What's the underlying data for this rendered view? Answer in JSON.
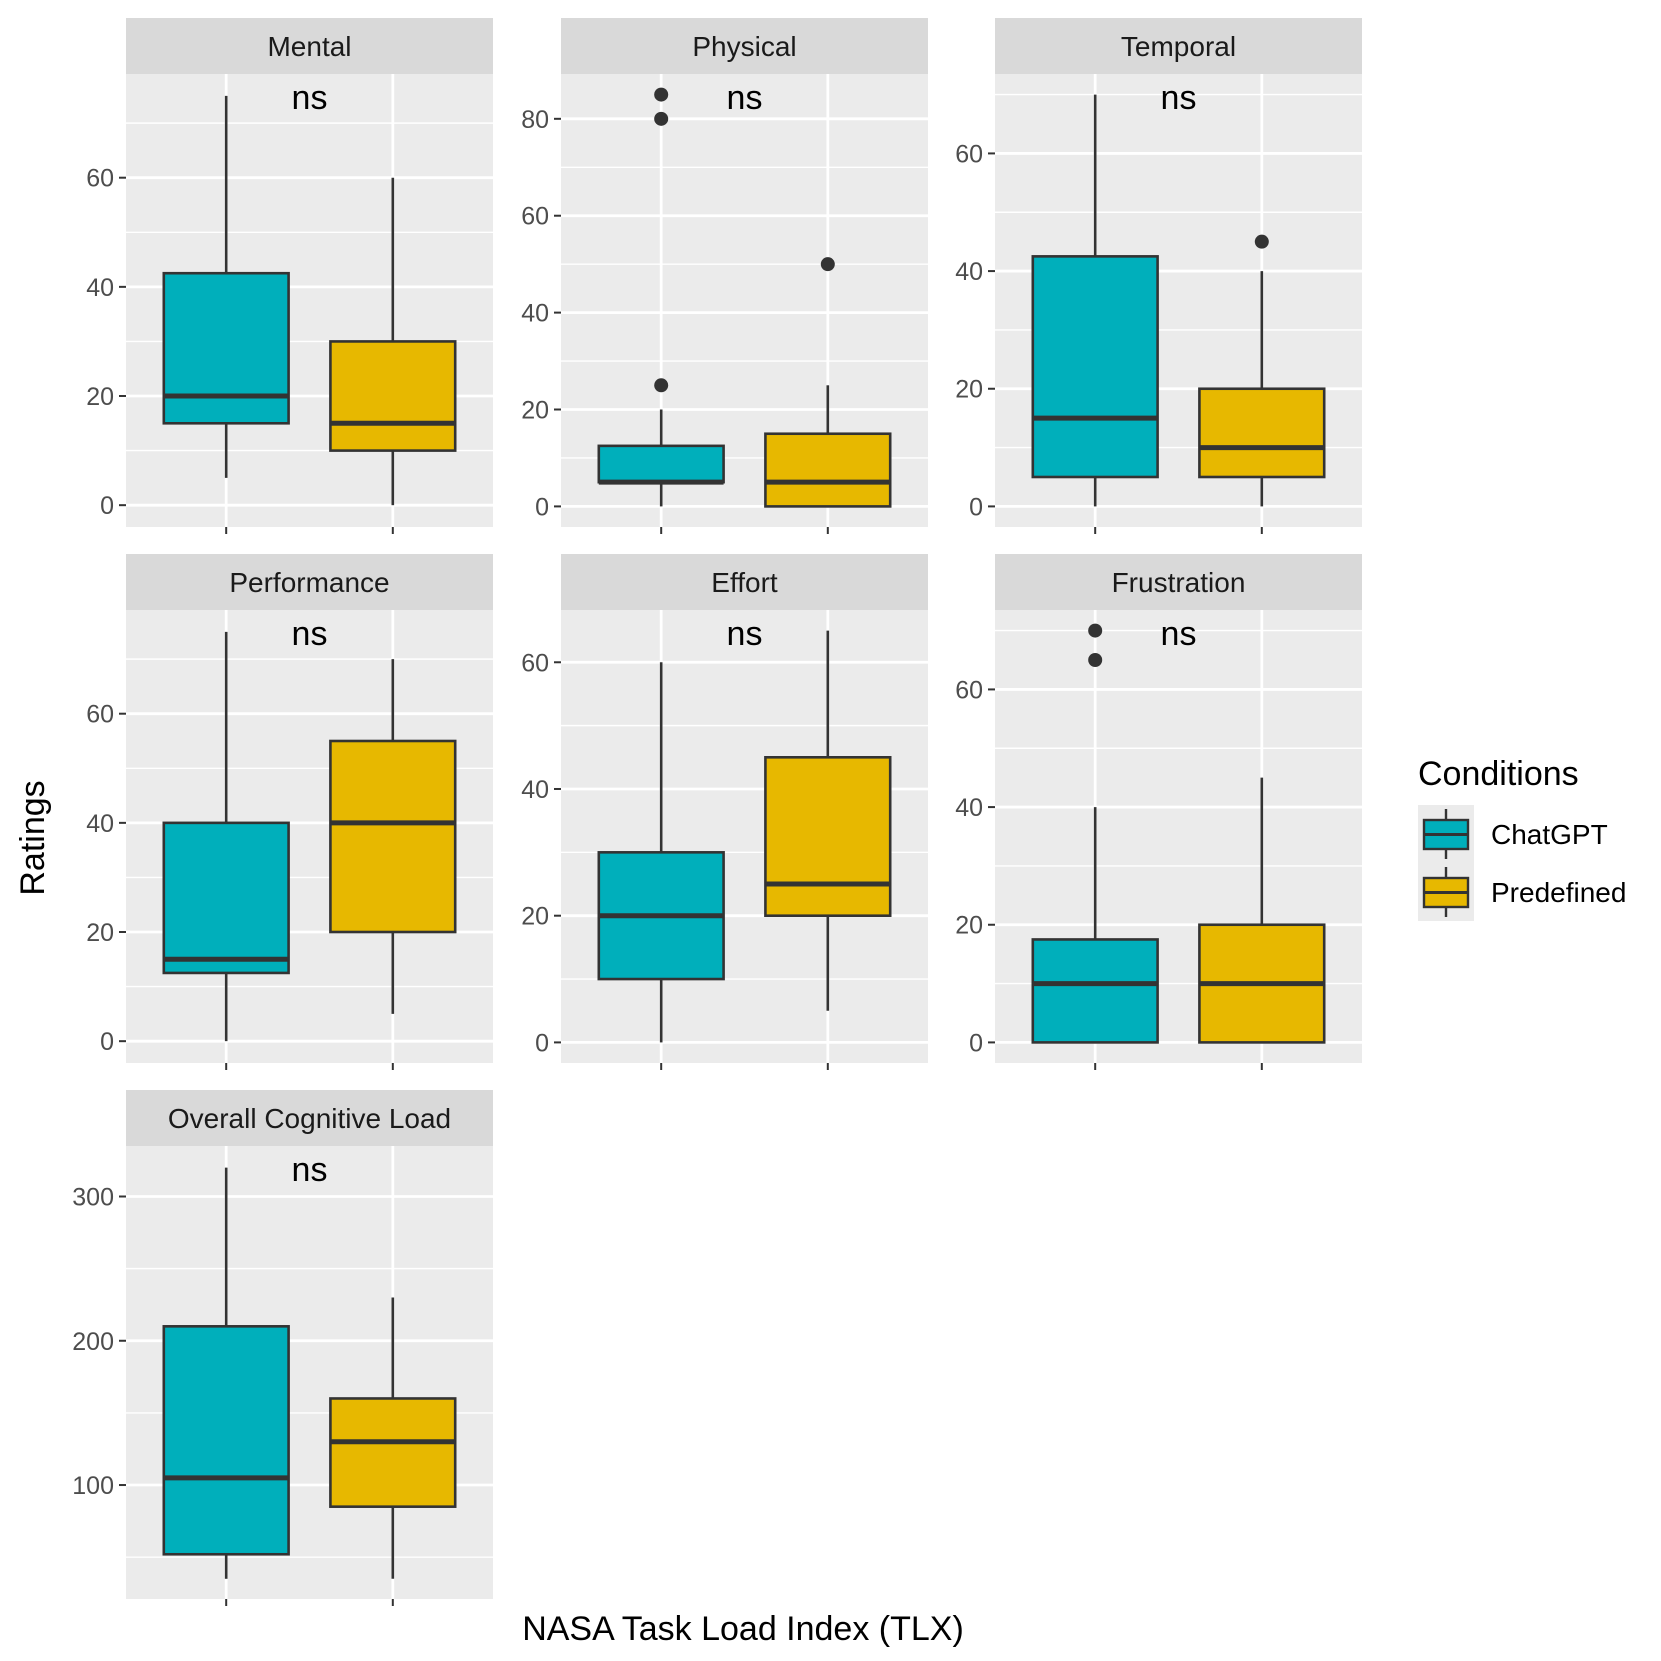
{
  "chart_data": {
    "type": "boxplot",
    "xlabel": "NASA Task Load Index (TLX)",
    "ylabel": "Ratings",
    "legend": {
      "title": "Conditions",
      "position": "right",
      "entries": [
        {
          "name": "ChatGPT",
          "color": "#00AFBB"
        },
        {
          "name": "Predefined",
          "color": "#E7B800"
        }
      ]
    },
    "colors": {
      "panel_bg": "#EBEBEB",
      "strip_bg": "#D9D9D9",
      "grid": "#FFFFFF",
      "box_outline": "#333333",
      "ChatGPT": "#00AFBB",
      "Predefined": "#E7B800"
    },
    "grid": true,
    "panels": [
      {
        "title": "Mental",
        "annotation": "ns",
        "ylim": [
          -4,
          79
        ],
        "yticks": [
          0,
          20,
          40,
          60
        ],
        "boxes": [
          {
            "group": "ChatGPT",
            "min": 5,
            "q1": 15,
            "median": 20,
            "q3": 42.5,
            "max": 75,
            "outliers": []
          },
          {
            "group": "Predefined",
            "min": 0,
            "q1": 10,
            "median": 15,
            "q3": 30,
            "max": 60,
            "outliers": []
          }
        ]
      },
      {
        "title": "Physical",
        "annotation": "ns",
        "ylim": [
          -4.25,
          89.25
        ],
        "yticks": [
          0,
          20,
          40,
          60,
          80
        ],
        "boxes": [
          {
            "group": "ChatGPT",
            "min": 0,
            "q1": 5,
            "median": 5,
            "q3": 12.5,
            "max": 20,
            "outliers": [
              25,
              80,
              85
            ]
          },
          {
            "group": "Predefined",
            "min": 0,
            "q1": 0,
            "median": 5,
            "q3": 15,
            "max": 25,
            "outliers": [
              50
            ]
          }
        ]
      },
      {
        "title": "Temporal",
        "annotation": "ns",
        "ylim": [
          -3.5,
          73.5
        ],
        "yticks": [
          0,
          20,
          40,
          60
        ],
        "boxes": [
          {
            "group": "ChatGPT",
            "min": 0,
            "q1": 5,
            "median": 15,
            "q3": 42.5,
            "max": 70,
            "outliers": []
          },
          {
            "group": "Predefined",
            "min": 0,
            "q1": 5,
            "median": 10,
            "q3": 20,
            "max": 40,
            "outliers": [
              45
            ]
          }
        ]
      },
      {
        "title": "Performance",
        "annotation": "ns",
        "ylim": [
          -4,
          79
        ],
        "yticks": [
          0,
          20,
          40,
          60
        ],
        "boxes": [
          {
            "group": "ChatGPT",
            "min": 0,
            "q1": 12.5,
            "median": 15,
            "q3": 40,
            "max": 75,
            "outliers": []
          },
          {
            "group": "Predefined",
            "min": 5,
            "q1": 20,
            "median": 40,
            "q3": 55,
            "max": 70,
            "outliers": []
          }
        ]
      },
      {
        "title": "Effort",
        "annotation": "ns",
        "ylim": [
          -3.25,
          68.25
        ],
        "yticks": [
          0,
          20,
          40,
          60
        ],
        "boxes": [
          {
            "group": "ChatGPT",
            "min": 0,
            "q1": 10,
            "median": 20,
            "q3": 30,
            "max": 60,
            "outliers": []
          },
          {
            "group": "Predefined",
            "min": 5,
            "q1": 20,
            "median": 25,
            "q3": 45,
            "max": 65,
            "outliers": []
          }
        ]
      },
      {
        "title": "Frustration",
        "annotation": "ns",
        "ylim": [
          -3.5,
          73.5
        ],
        "yticks": [
          0,
          20,
          40,
          60
        ],
        "boxes": [
          {
            "group": "ChatGPT",
            "min": 0,
            "q1": 0,
            "median": 10,
            "q3": 17.5,
            "max": 40,
            "outliers": [
              65,
              70
            ]
          },
          {
            "group": "Predefined",
            "min": 0,
            "q1": 0,
            "median": 10,
            "q3": 20,
            "max": 45,
            "outliers": []
          }
        ]
      },
      {
        "title": "Overall Cognitive Load",
        "annotation": "ns",
        "ylim": [
          21,
          335
        ],
        "yticks": [
          100,
          200,
          300
        ],
        "boxes": [
          {
            "group": "ChatGPT",
            "min": 35,
            "q1": 52,
            "median": 105,
            "q3": 210,
            "max": 320,
            "outliers": []
          },
          {
            "group": "Predefined",
            "min": 35,
            "q1": 85,
            "median": 130,
            "q3": 160,
            "max": 230,
            "outliers": []
          }
        ]
      }
    ]
  }
}
